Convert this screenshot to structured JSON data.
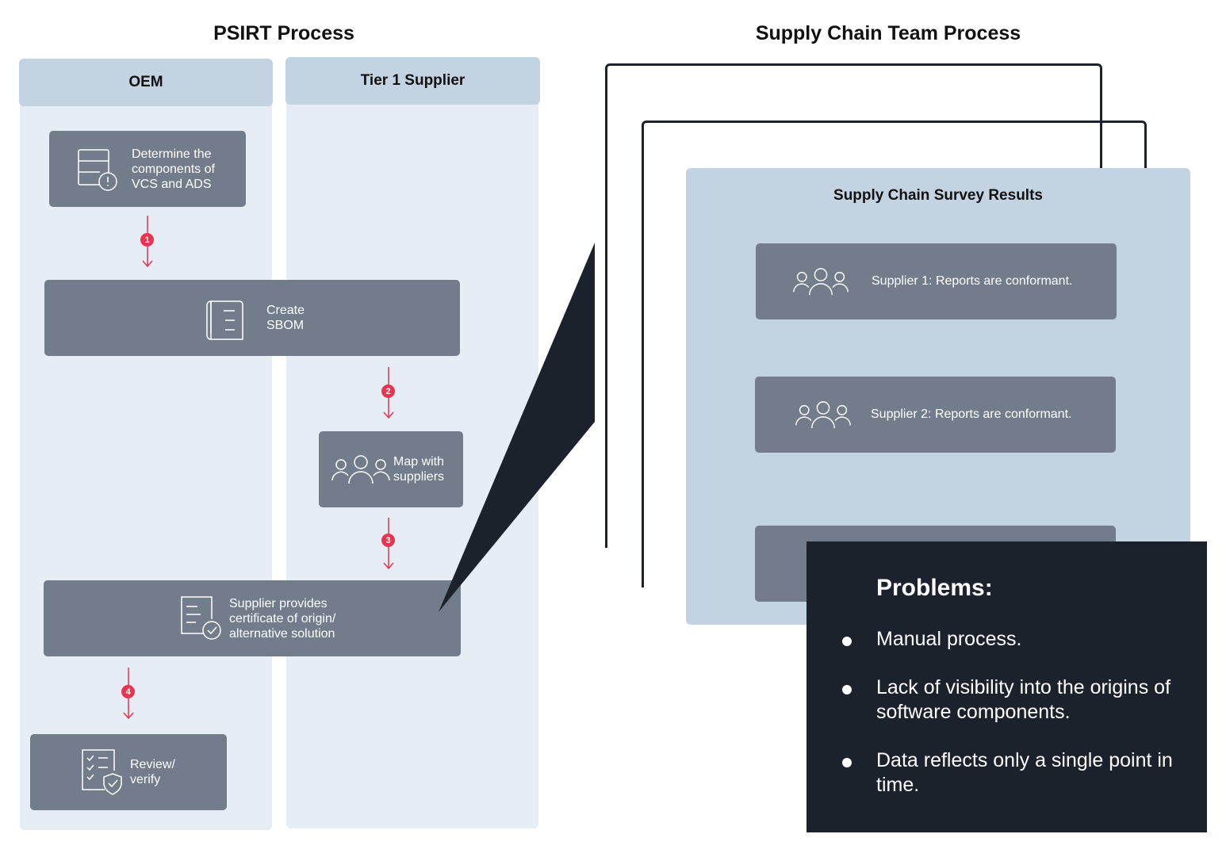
{
  "titles": {
    "psirt": "PSIRT Process",
    "supply_chain": "Supply Chain Team Process"
  },
  "lanes": {
    "oem": "OEM",
    "tier1": "Tier 1 Supplier"
  },
  "steps": {
    "determine": "Determine the\ncomponents of\nVCS and ADS",
    "sbom": "Create\nSBOM",
    "map": "Map with\nsuppliers",
    "certificate": "Supplier provides\ncertificate of origin/\nalternative solution",
    "review": "Review/\nverify"
  },
  "badges": [
    "1",
    "2",
    "3",
    "4"
  ],
  "survey": {
    "title": "Supply Chain Survey Results",
    "suppliers": [
      "Supplier 1: Reports are conformant.",
      "Supplier 2: Reports are conformant."
    ]
  },
  "problems": {
    "heading": "Problems:",
    "items": [
      "Manual process.",
      "Lack of visibility into the origins of software components.",
      "Data reflects only a single point in time."
    ]
  },
  "colors": {
    "lane_bg": "#e7edf5",
    "lane_head": "#c4d3e2",
    "step_bg": "#727c8b",
    "badge": "#e8344e",
    "dark": "#1c222b"
  }
}
